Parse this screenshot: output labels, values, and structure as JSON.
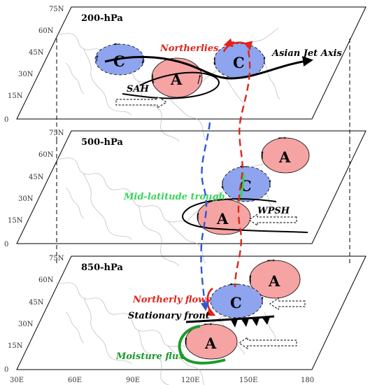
{
  "levels": {
    "top": "200-hPa",
    "mid": "500-hPa",
    "bottom": "850-hPa"
  },
  "lat_ticks": [
    "0",
    "15N",
    "30N",
    "45N",
    "60N",
    "75N"
  ],
  "lon_ticks": [
    "30E",
    "60E",
    "90E",
    "120E",
    "150E",
    "180"
  ],
  "systems": {
    "cyclone": "C",
    "anticyclone": "A"
  },
  "annotations": {
    "northerlies": "Northerlies",
    "asian_jet_axis": "Asian Jet Axis",
    "sah": "SAH",
    "mid_latitude_trough": "Mid-latitude trough",
    "wpsh": "WPSH",
    "northerly_flows": "Northerly flows",
    "stationary_front": "Stationary front",
    "moisture_flux": "Moisture flux"
  },
  "colors": {
    "cyclone_fill": "#8fa4ee",
    "anticyclone_fill": "#f5a3a3",
    "red_line": "#e0241b",
    "blue_line": "#2e57d6",
    "green": "#1c9a2a",
    "trough_green": "#39d45a"
  }
}
